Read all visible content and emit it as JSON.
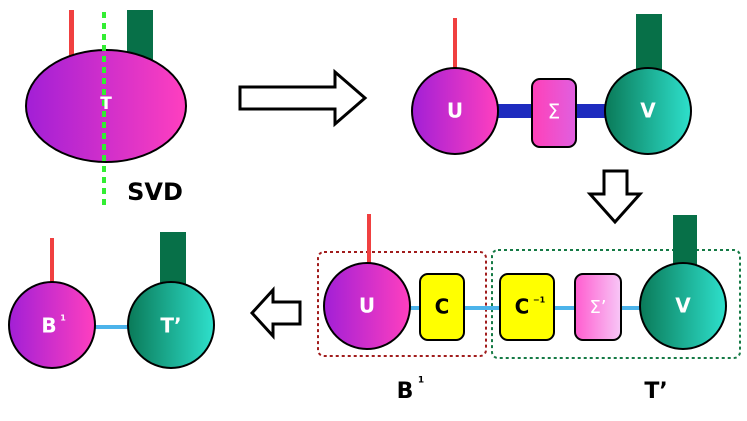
{
  "nodes": {
    "T": "T",
    "U": "U",
    "Sigma": "Σ",
    "V": "V",
    "U2": "U",
    "C": "C",
    "Cinv_base": "C",
    "Cinv_sup": "−1",
    "SigmaPrime": "Σ’",
    "V2": "V",
    "B1_base": "B",
    "B1_sup": "1",
    "Tprime": "T’"
  },
  "captions": {
    "svd": "SVD",
    "group_b_base": "B",
    "group_b_sup": "1",
    "group_t": "T’"
  },
  "colors": {
    "red_leg": "#f04040",
    "green_leg": "#077048",
    "magenta_from": "#a21fd6",
    "magenta_to": "#ff3fbf",
    "teal_from": "#0a7a58",
    "teal_to": "#2ee0cc",
    "blue_bond": "#1e2bbf",
    "light_bond": "#4cb3ea",
    "yellow": "#ffff00",
    "dotted_green": "#33ee33",
    "group_red": "#a11c1c",
    "group_green": "#157a45"
  }
}
